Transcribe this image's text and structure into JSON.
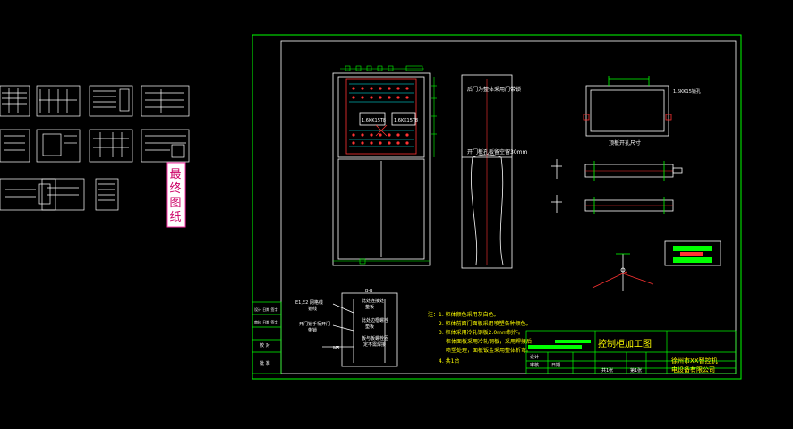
{
  "thumbnails_label": "最终图纸",
  "front_view": {
    "label_left": "1.6KK15T8",
    "label_right": "1.6KK15T8"
  },
  "side_view": {
    "note_top": "后门为整体采用门带锁",
    "note_mid": "开门板孔板留空留30mm"
  },
  "top_right_view": {
    "note": "1.6KK15锁孔",
    "caption": "顶板开孔尺寸"
  },
  "lower_left": {
    "note1": "E1,E2 网格线",
    "note1b": "锁线",
    "note2": "开门锁手柄开门",
    "note2b": "带锁",
    "label_top": "B-B",
    "detail1": "此处连接处",
    "detail1b": "垫板",
    "detail2": "此处边框螺栓",
    "detail2b": "垫板",
    "detail3": "板与板螺栓固",
    "detail3b": "定不需焊接",
    "m_label": "M5"
  },
  "revision_block": [
    "设计 日期 签字",
    "审核 日期 签字",
    "校 对",
    "批 准"
  ],
  "notes": {
    "head": "注：",
    "items": [
      "1. 柜体颜色采用灰白色。",
      "2. 柜体前面门面板采用喷塑各种颜色。",
      "3. 柜体采用冷轧钢板2.0mm制作。",
      "柜体面板采用冷轧钢板，采用焊接后",
      "喷塑处理，面板钣金采用整体折弯。",
      "4. 共1台"
    ]
  },
  "title_block": {
    "title": "控制柜加工图",
    "company_line1": "徐州市XX智控机",
    "company_line2": "电设备有限公司",
    "row1": [
      "设计",
      "",
      "",
      "",
      ""
    ],
    "row2": [
      "审核",
      "日期",
      "共1张",
      "第1张"
    ]
  }
}
